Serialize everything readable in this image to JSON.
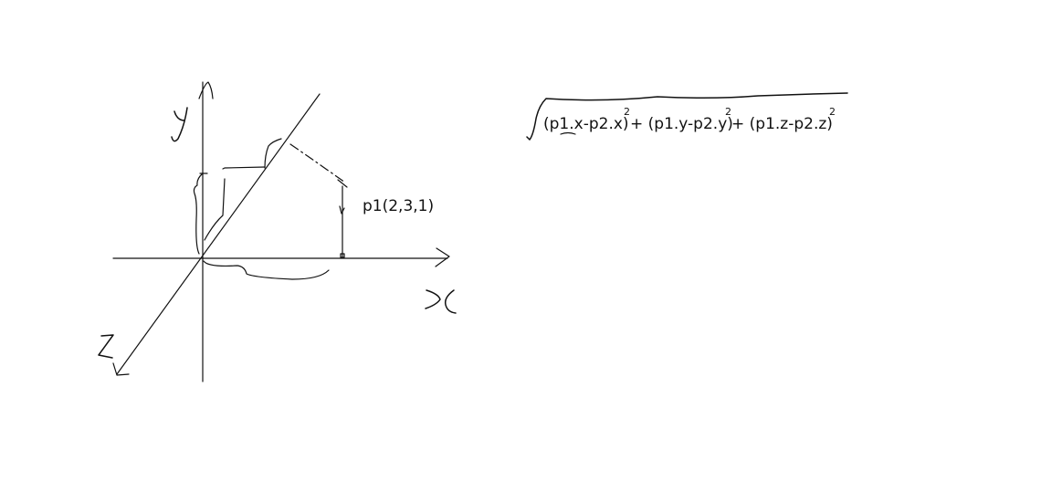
{
  "point_label": "p1(2,3,1)",
  "axis_labels": {
    "x": "x",
    "y": "y",
    "z": "Z"
  },
  "formula": {
    "terms": [
      "(p1.x-p2.x)",
      "+ (p1.y-p2.y)",
      "+ (p1.z-p2.z)"
    ],
    "exponent": "2"
  }
}
